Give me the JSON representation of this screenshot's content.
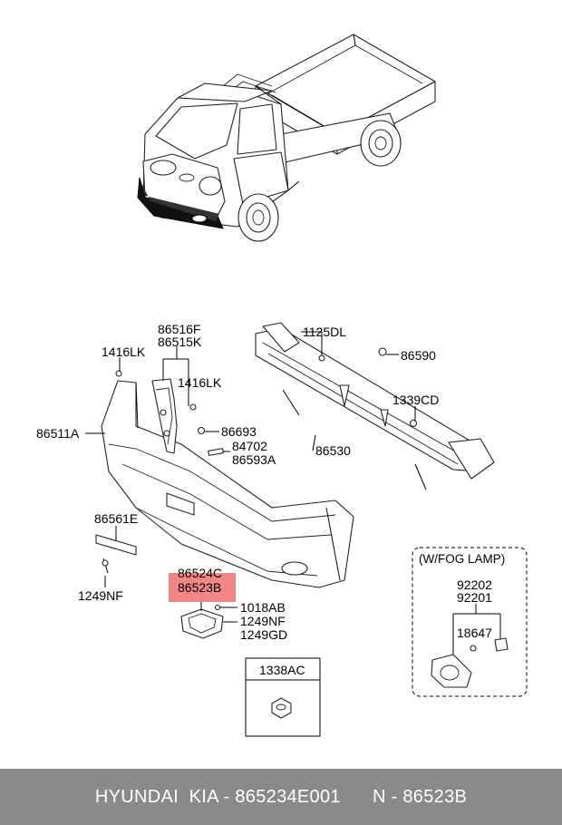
{
  "callouts": {
    "p86516F": "86516F",
    "p86515K": "86515K",
    "p1416LK_a": "1416LK",
    "p1416LK_b": "1416LK",
    "p86511A": "86511A",
    "p86693": "86693",
    "p84702": "84702",
    "p86593A": "86593A",
    "p1125DL": "1125DL",
    "p86590": "86590",
    "p1339CD": "1339CD",
    "p86530": "86530",
    "p86561E": "86561E",
    "p1249NF_a": "1249NF",
    "p86524C": "86524C",
    "p86523B": "86523B",
    "p1018AB": "1018AB",
    "p1249NF_b": "1249NF",
    "p1249GD": "1249GD",
    "p1338AC": "1338AC"
  },
  "fog_lamp_box": {
    "title": "(W/FOG LAMP)",
    "p92202": "92202",
    "p92201": "92201",
    "p18647": "18647"
  },
  "highlight": {
    "part": "86523B",
    "color": "#f08080"
  },
  "footer": {
    "text": "HYUNDAI  KIA - 865234E001      N - 86523B",
    "background": "#8a8a8a"
  }
}
